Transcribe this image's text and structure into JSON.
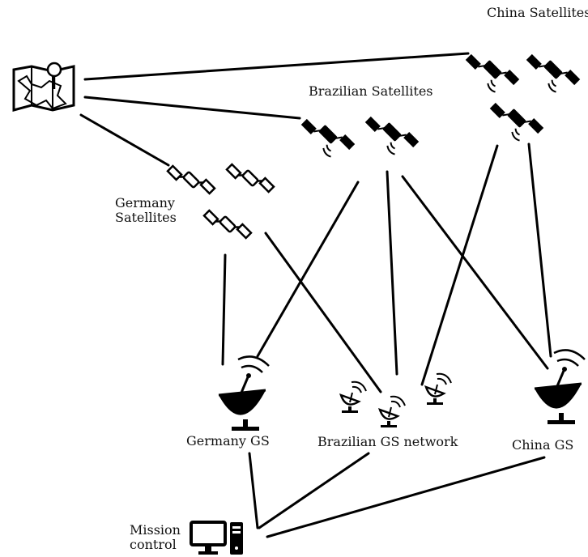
{
  "labels": {
    "china_satellites": "China Satellites",
    "brazilian_satellites": "Brazilian Satellites",
    "germany_satellites_line1": "Germany",
    "germany_satellites_line2": "Satellites",
    "germany_gs": "Germany GS",
    "brazilian_gs_network": "Brazilian GS network",
    "china_gs": "China GS",
    "mission_control_line1": "Mission",
    "mission_control_line2": "control"
  },
  "icons": {
    "map": "map-icon",
    "satellite_dark": "satellite-icon",
    "satellite_outline": "satellite-outline-icon",
    "dish": "satellite-dish-icon",
    "dish_small": "satellite-dish-small-icon",
    "computer": "desktop-computer-icon"
  },
  "colors": {
    "ink": "#000000",
    "background": "#ffffff"
  }
}
